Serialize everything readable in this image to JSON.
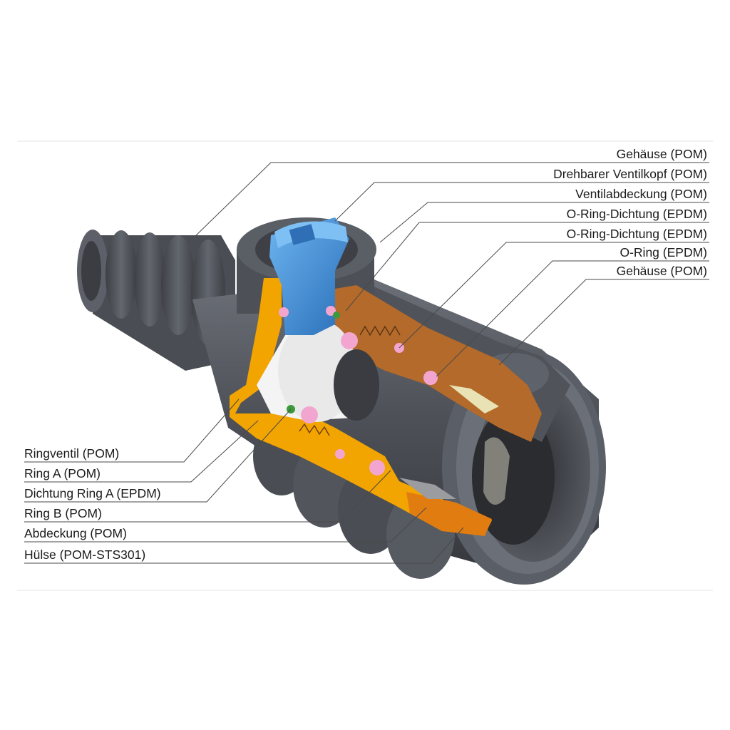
{
  "labels_right": [
    "Gehäuse (POM)",
    "Drehbarer Ventilkopf (POM)",
    "Ventilabdeckung (POM)",
    "O-Ring-Dichtung (EPDM)",
    "O-Ring-Dichtung (EPDM)",
    "O-Ring (EPDM)",
    "Gehäuse (POM)"
  ],
  "labels_left": [
    "Ringventil (POM)",
    "Ring A (POM)",
    "Dichtung Ring A (EPDM)",
    "Ring B (POM)",
    "Abdeckung (POM)",
    "Hülse (POM-STS301)"
  ],
  "colors": {
    "housing_dark": "#4b4e55",
    "housing_mid": "#5f636b",
    "housing_light": "#7a7f88",
    "valve_head_blue": "#3f8fd8",
    "cut_orange": "#f2a400",
    "cut_brown": "#b36a2a",
    "cut_dark_orange": "#e07c10",
    "oring_pink": "#f2a6cf",
    "seal_green": "#3a9a3a",
    "bore_white": "#f4f4f4"
  }
}
